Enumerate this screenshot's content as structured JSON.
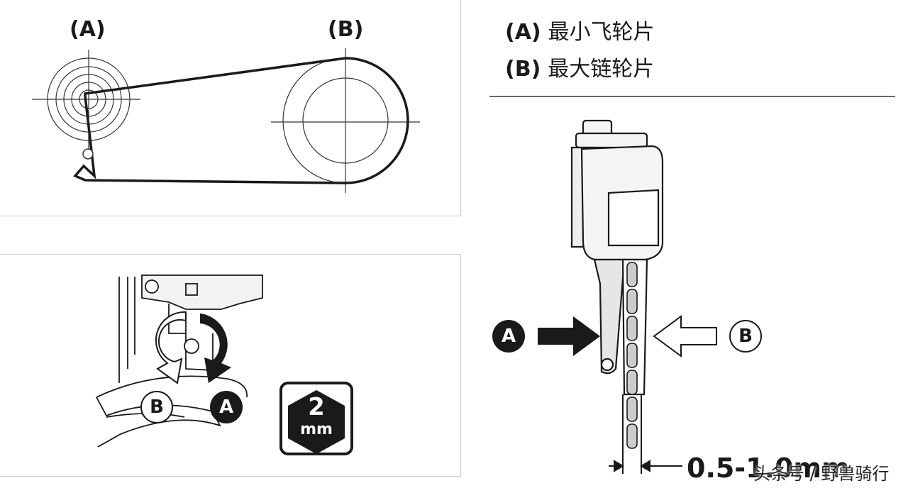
{
  "diagram": {
    "sprocket_label_small": "(A)",
    "sprocket_label_large": "(B)",
    "legend": [
      {
        "key": "(A)",
        "text": "最小飞轮片"
      },
      {
        "key": "(B)",
        "text": "最大链轮片"
      }
    ],
    "marker_a": "A",
    "marker_b": "B",
    "tool": {
      "size": "2",
      "unit": "mm"
    },
    "clearance_measure": "0.5-1.0mm",
    "watermark": "头条号 / 野兽骑行"
  }
}
